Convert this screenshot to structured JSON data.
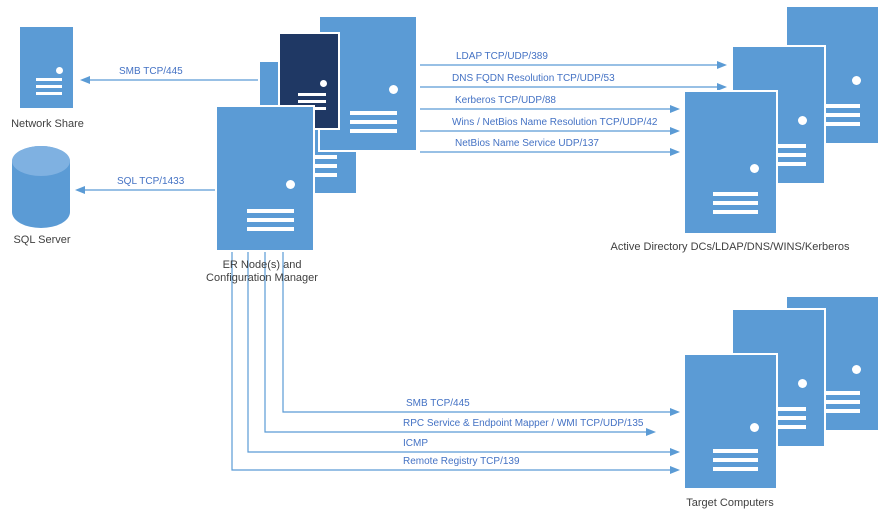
{
  "nodes": {
    "network_share": {
      "label": "Network Share"
    },
    "sql_server": {
      "label": "SQL Server"
    },
    "er_node": {
      "label": "ER Node(s) and Configuration Manager"
    },
    "active_directory": {
      "label": "Active Directory DCs/LDAP/DNS/WINS/Kerberos"
    },
    "target_computers": {
      "label": "Target Computers"
    }
  },
  "connectors": {
    "smb_network_share": {
      "label": "SMB TCP/445",
      "direction": "left"
    },
    "sql": {
      "label": "SQL TCP/1433",
      "direction": "left"
    },
    "ldap": {
      "label": "LDAP TCP/UDP/389",
      "direction": "right"
    },
    "dns": {
      "label": "DNS FQDN Resolution TCP/UDP/53",
      "direction": "right"
    },
    "kerberos": {
      "label": "Kerberos TCP/UDP/88",
      "direction": "right"
    },
    "wins": {
      "label": "Wins / NetBios Name Resolution TCP/UDP/42",
      "direction": "right"
    },
    "netbios": {
      "label": "NetBios Name Service UDP/137",
      "direction": "right"
    },
    "smb_target": {
      "label": "SMB TCP/445",
      "direction": "right"
    },
    "rpc_wmi": {
      "label": "RPC Service & Endpoint Mapper / WMI TCP/UDP/135",
      "direction": "right"
    },
    "icmp": {
      "label": "ICMP",
      "direction": "right"
    },
    "remote_registry": {
      "label": "Remote Registry TCP/139",
      "direction": "right"
    }
  },
  "colors": {
    "server_fill": "#5B9BD5",
    "server_dark_fill": "#1F3864",
    "connector_line": "#5B9BD5",
    "connector_label_text": "#4472C4",
    "node_label_text": "#404040"
  }
}
